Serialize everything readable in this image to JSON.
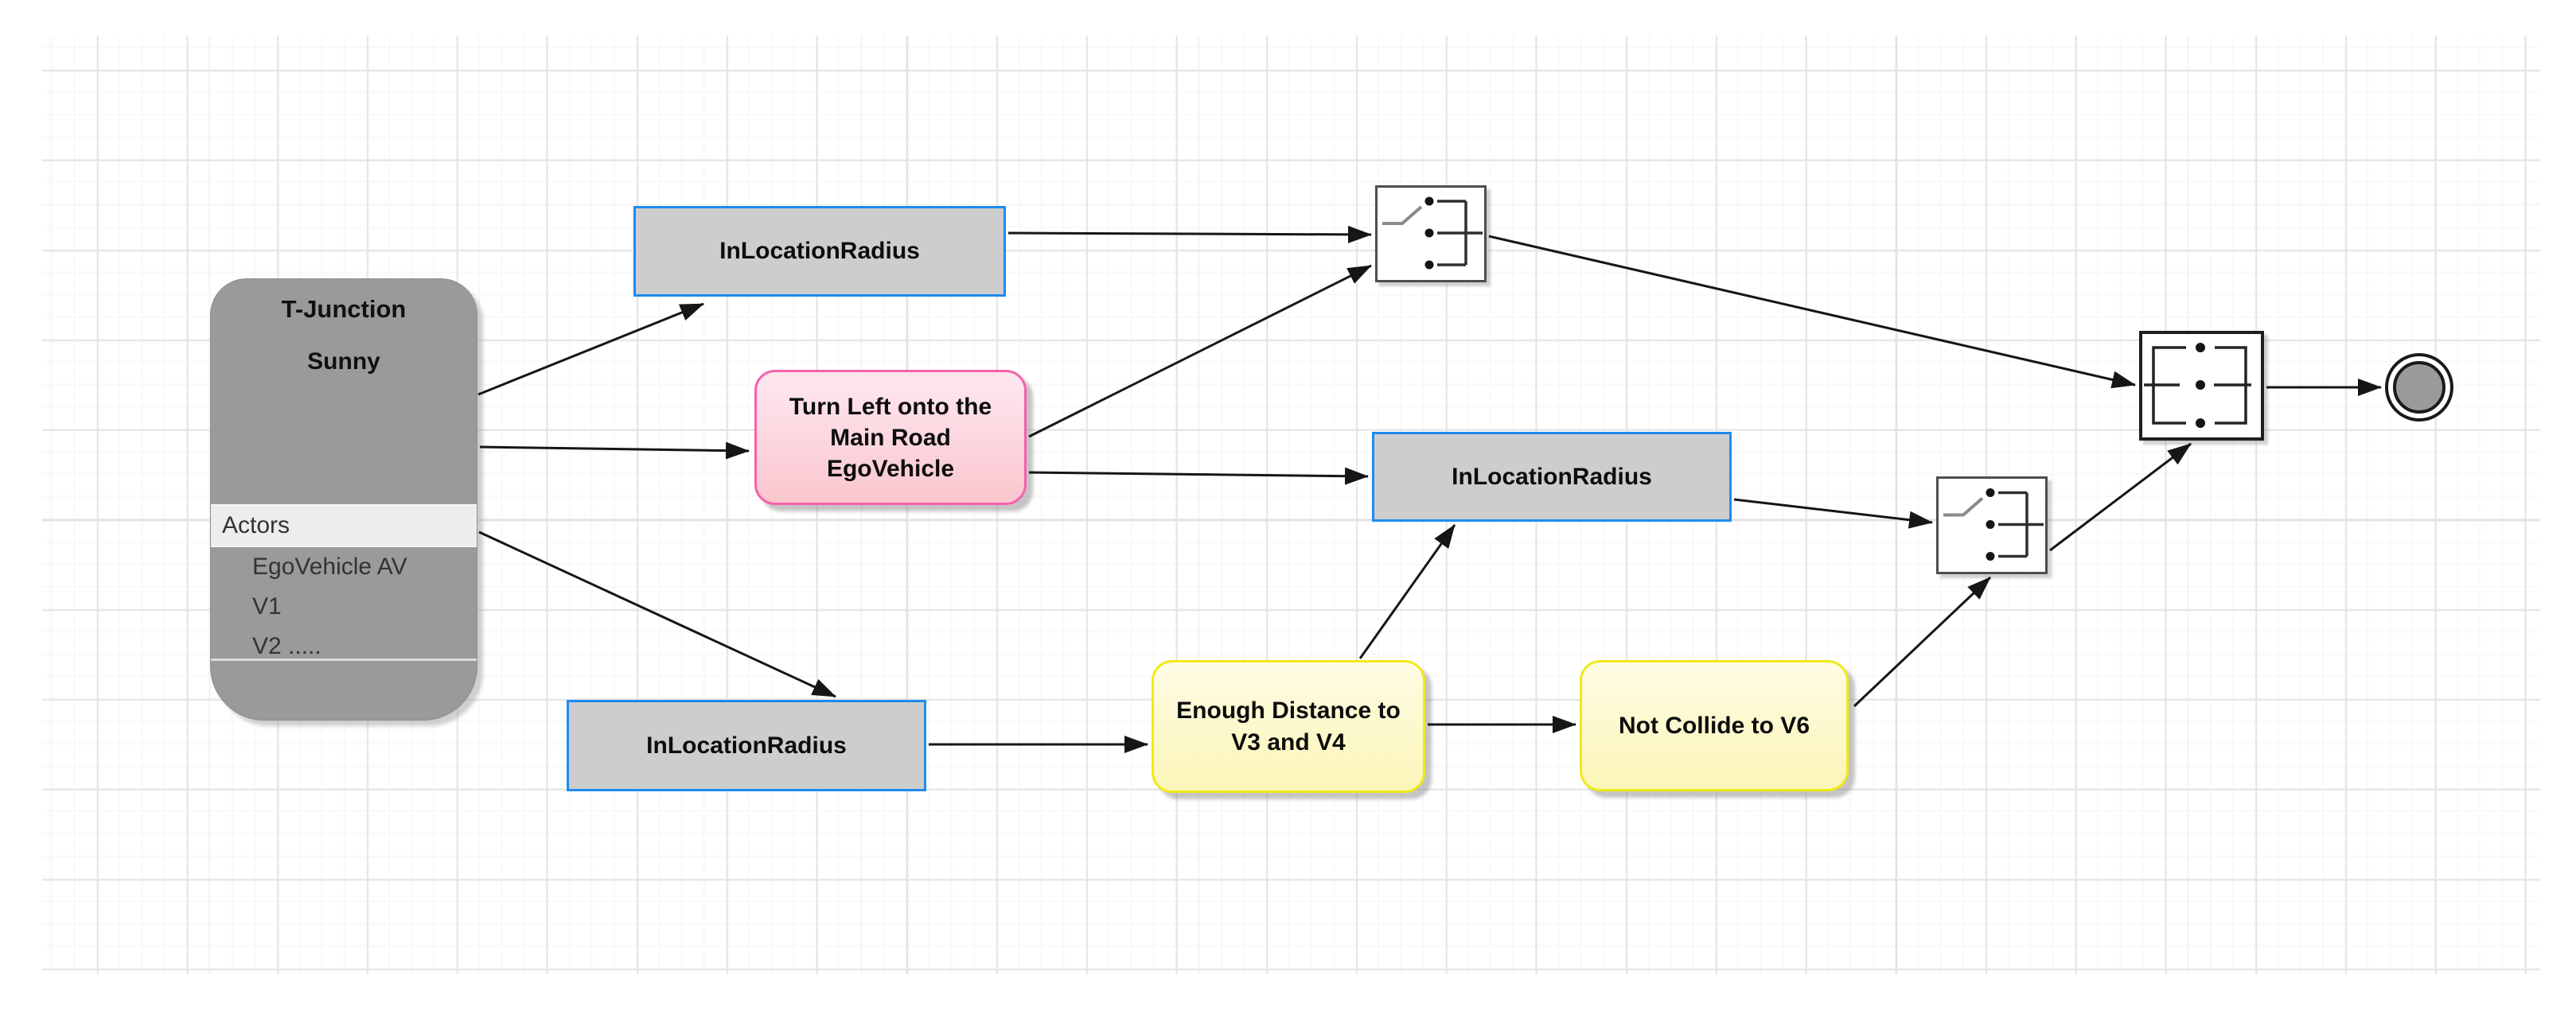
{
  "canvas": {
    "background": "#ffffff",
    "grid_minor_color": "#f3f3f3",
    "grid_major_color": "#e3e3e3"
  },
  "diagram": {
    "scenario": {
      "title": "T-Junction",
      "condition": "Sunny",
      "section_label": "Actors",
      "actors": [
        "EgoVehicle AV",
        "V1",
        "V2 ....."
      ]
    },
    "nodes": {
      "in_location_radius_top": "InLocationRadius",
      "turn_left": "Turn Left onto the Main Road EgoVehicle",
      "in_location_radius_mid": "InLocationRadius",
      "in_location_radius_bottom": "InLocationRadius",
      "enough_distance": "Enough Distance to V3 and V4",
      "not_collide": "Not Collide to V6"
    },
    "colors": {
      "scenario_fill": "#9a9a9a",
      "condition_fill": "#cdcdcd",
      "condition_border": "#1e8bf0",
      "action_border": "#f75fab",
      "action_fill": "#f9c6cd",
      "outcome_border": "#f0ea16",
      "outcome_fill": "#fbf5b8",
      "edge": "#161616"
    }
  }
}
